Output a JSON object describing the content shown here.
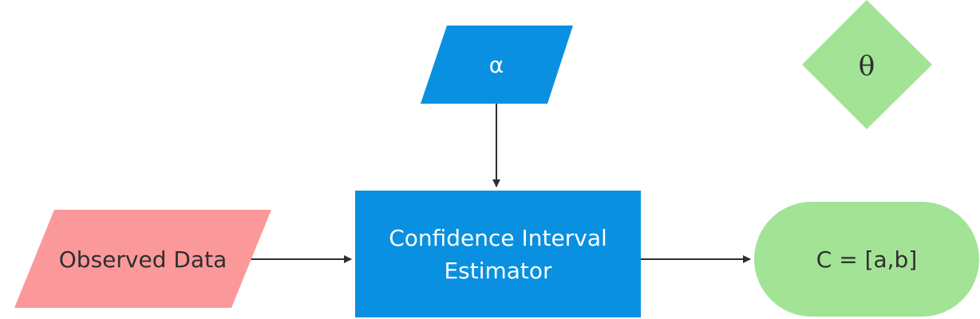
{
  "nodes": {
    "alpha": {
      "label": "α",
      "shape": "parallelogram",
      "color": "#0a90e0"
    },
    "theta": {
      "label": "θ",
      "shape": "diamond",
      "color": "#a2e396"
    },
    "observed_data": {
      "label": "Observed Data",
      "shape": "parallelogram",
      "color": "#fb999a"
    },
    "estimator": {
      "label_line1": "Confidence Interval",
      "label_line2": "Estimator",
      "shape": "rectangle",
      "color": "#0a90e0"
    },
    "output": {
      "label": "C = [a,b]",
      "shape": "rounded",
      "color": "#a2e396"
    }
  },
  "edges": [
    {
      "from": "alpha",
      "to": "estimator"
    },
    {
      "from": "observed_data",
      "to": "estimator"
    },
    {
      "from": "estimator",
      "to": "output"
    }
  ]
}
